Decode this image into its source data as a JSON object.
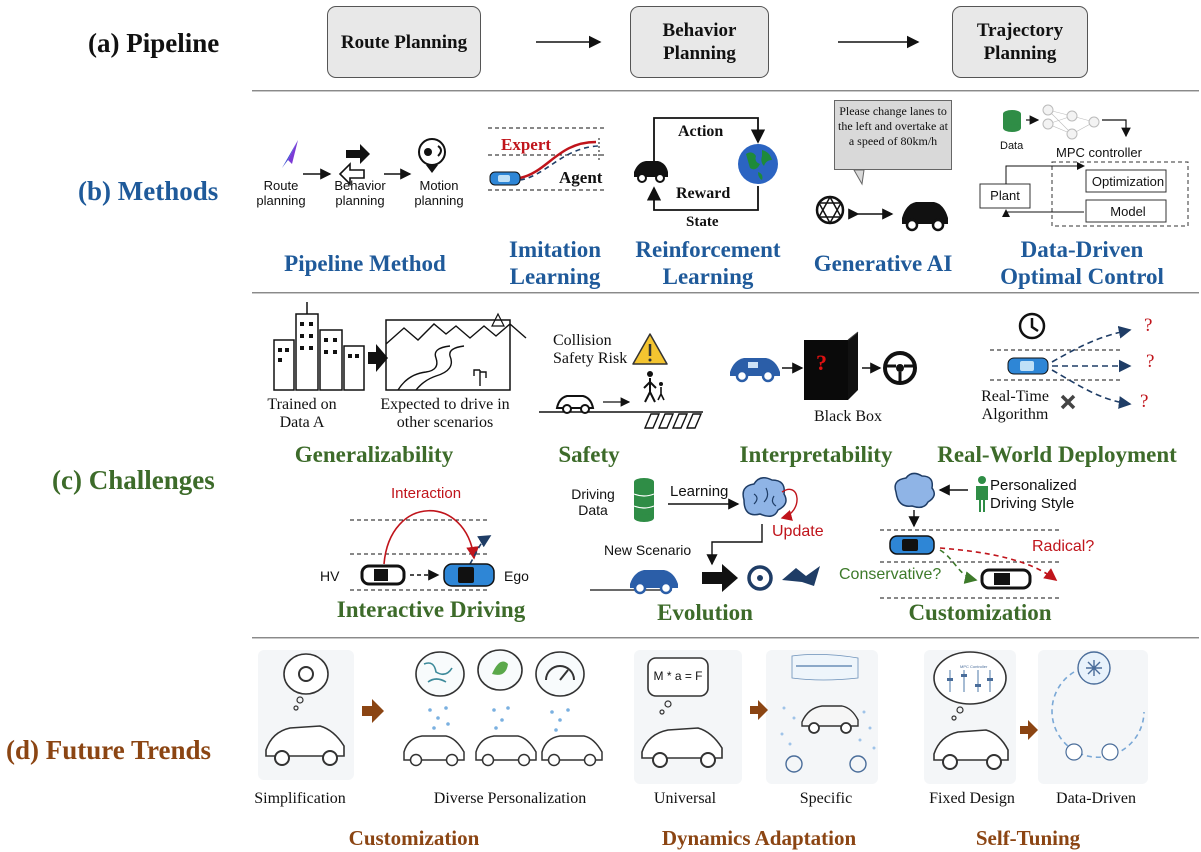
{
  "rows": {
    "a": "(a) Pipeline",
    "b": "(b) Methods",
    "c": "(c) Challenges",
    "d": "(d) Future Trends"
  },
  "pipeline": [
    "Route Planning",
    "Behavior Planning",
    "Trajectory Planning"
  ],
  "methods": {
    "pipeline_method": {
      "title": "Pipeline Method",
      "labels": [
        "Route planning",
        "Behavior planning",
        "Motion planning"
      ]
    },
    "imitation": {
      "title": "Imitation Learning",
      "expert": "Expert",
      "agent": "Agent"
    },
    "reinforcement": {
      "title": "Reinforcement Learning",
      "action": "Action",
      "reward": "Reward",
      "state": "State"
    },
    "generative": {
      "title": "Generative AI",
      "prompt": "Please change lanes to the left and overtake at a speed of 80km/h"
    },
    "data_driven": {
      "title": "Data-Driven Optimal Control",
      "data": "Data",
      "controller": "MPC controller",
      "optimization": "Optimization",
      "model": "Model",
      "plant": "Plant"
    }
  },
  "challenges": {
    "generalizability": {
      "title": "Generalizability",
      "trained": "Trained on Data A",
      "expected": "Expected to drive in other scenarios"
    },
    "safety": {
      "title": "Safety",
      "risk": "Collision Safety Risk"
    },
    "interpretability": {
      "title": "Interpretability",
      "black_box": "Black Box"
    },
    "deployment": {
      "title": "Real-World Deployment",
      "realtime": "Real-Time Algorithm"
    },
    "interactive": {
      "title": "Interactive Driving",
      "interaction": "Interaction",
      "hv": "HV",
      "ego": "Ego"
    },
    "evolution": {
      "title": "Evolution",
      "driving_data": "Driving Data",
      "learning": "Learning",
      "update": "Update",
      "new_scenario": "New Scenario"
    },
    "customization": {
      "title": "Customization",
      "personalized": "Personalized Driving Style",
      "radical": "Radical?",
      "conservative": "Conservative?"
    }
  },
  "future": {
    "customization": {
      "title": "Customization",
      "from": "Simplification",
      "to": "Diverse Personalization"
    },
    "dynamics": {
      "title": "Dynamics Adaptation",
      "from": "Universal",
      "to": "Specific",
      "equation": "M * a = F"
    },
    "self_tuning": {
      "title": "Self-Tuning",
      "from": "Fixed Design",
      "to": "Data-Driven",
      "controller": "MPC Controller"
    }
  },
  "colors": {
    "methods": "#1f5a9a",
    "challenges": "#3d6b2a",
    "future": "#8b4513",
    "alert": "#c0141b",
    "car_blue": "#2e86d6"
  }
}
